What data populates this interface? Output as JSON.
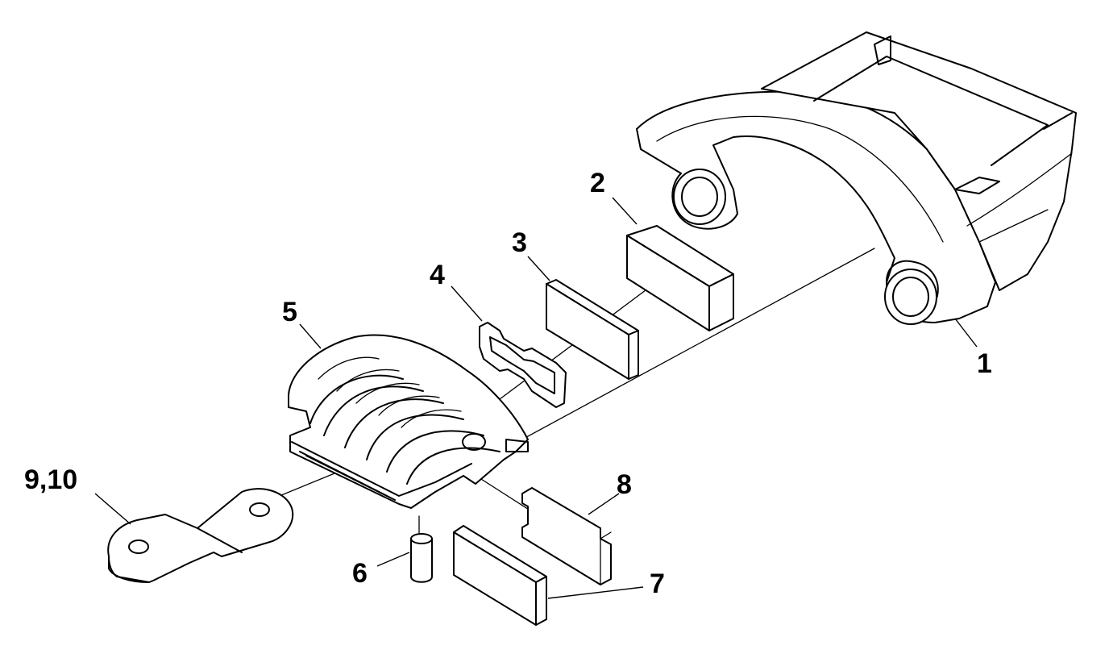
{
  "callouts": [
    {
      "id": "1",
      "label": "1"
    },
    {
      "id": "2",
      "label": "2"
    },
    {
      "id": "3",
      "label": "3"
    },
    {
      "id": "4",
      "label": "4"
    },
    {
      "id": "5",
      "label": "5"
    },
    {
      "id": "6",
      "label": "6"
    },
    {
      "id": "7",
      "label": "7"
    },
    {
      "id": "8",
      "label": "8"
    },
    {
      "id": "9_10",
      "label": "9,10"
    }
  ]
}
